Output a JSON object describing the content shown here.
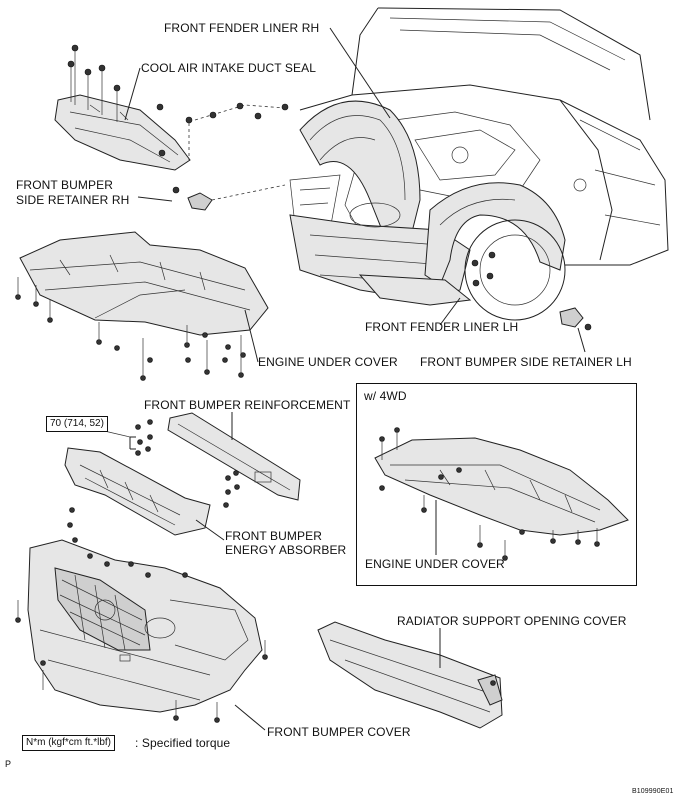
{
  "labels": {
    "fender_liner_rh": "FRONT FENDER LINER RH",
    "cool_air_duct_seal": "COOL AIR INTAKE DUCT SEAL",
    "bumper_side_retainer_rh_1": "FRONT BUMPER",
    "bumper_side_retainer_rh_2": "SIDE RETAINER RH",
    "fender_liner_lh": "FRONT FENDER LINER LH",
    "engine_under_cover": "ENGINE UNDER COVER",
    "bumper_side_retainer_lh": "FRONT BUMPER SIDE RETAINER LH",
    "bumper_reinforcement": "FRONT BUMPER REINFORCEMENT",
    "w4wd": "w/ 4WD",
    "energy_absorber_1": "FRONT BUMPER",
    "energy_absorber_2": "ENERGY ABSORBER",
    "engine_under_cover_4wd": "ENGINE UNDER COVER",
    "radiator_support_cover": "RADIATOR SUPPORT OPENING COVER",
    "front_bumper_cover": "FRONT BUMPER COVER"
  },
  "torque": {
    "value": "70 (714, 52)",
    "legend_box": "N*m (kgf*cm ft.*lbf)",
    "legend_text": ": Specified torque"
  },
  "footer": {
    "page_marker": "P",
    "figure_id": "B109990E01"
  }
}
